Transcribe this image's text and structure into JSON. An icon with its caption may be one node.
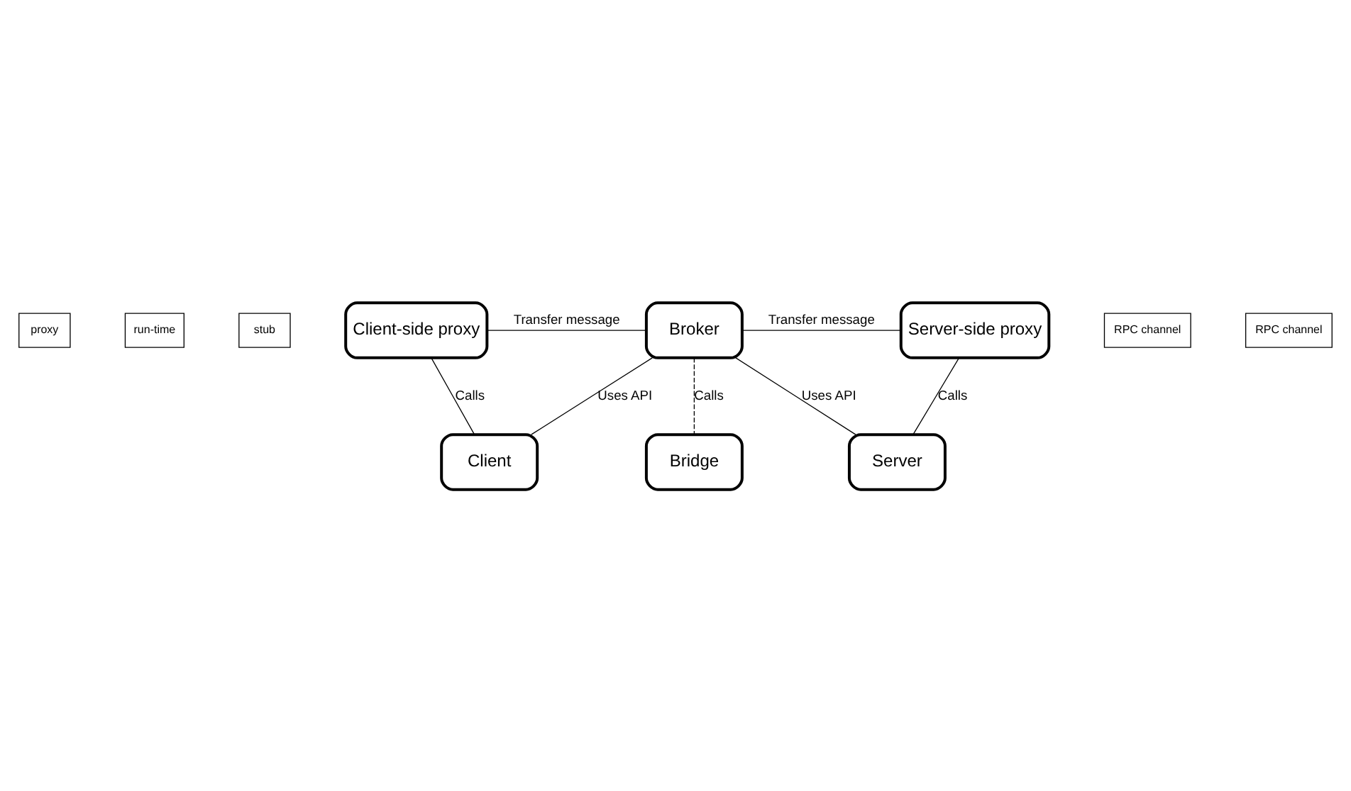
{
  "diagram": {
    "nodes": [
      {
        "text": [
          "proxy"
        ]
      },
      {
        "text": [
          "run-time"
        ]
      },
      {
        "text": [
          "stub"
        ]
      },
      {
        "text": [
          "Client-side proxy"
        ]
      },
      {
        "text": [
          "Broker"
        ]
      },
      {
        "text": [
          "Server-side proxy"
        ]
      },
      {
        "text": [
          "RPC channel"
        ]
      },
      {
        "text": [
          "RPC channel"
        ]
      },
      {
        "text": [
          "Client"
        ]
      },
      {
        "text": [
          "Bridge"
        ]
      },
      {
        "text": [
          "Server"
        ]
      }
    ],
    "edges": [
      {
        "from": 3,
        "to": 4,
        "arrow": "none",
        "label": "Transfer message"
      },
      {
        "from": 4,
        "to": 5,
        "arrow": "none",
        "label": "Transfer message"
      },
      {
        "from": 3,
        "to": 8,
        "arrow": "none",
        "label": "Calls"
      },
      {
        "from": 8,
        "to": 4,
        "arrow": "none",
        "label": "Uses API"
      },
      {
        "from": 4,
        "to": 9,
        "arrow": "none",
        "label": "Calls",
        "style": "dashed"
      },
      {
        "from": 4,
        "to": 10,
        "arrow": "none",
        "label": "Uses API"
      },
      {
        "from": 5,
        "to": 10,
        "arrow": "none",
        "label": "Calls"
      }
    ]
  }
}
